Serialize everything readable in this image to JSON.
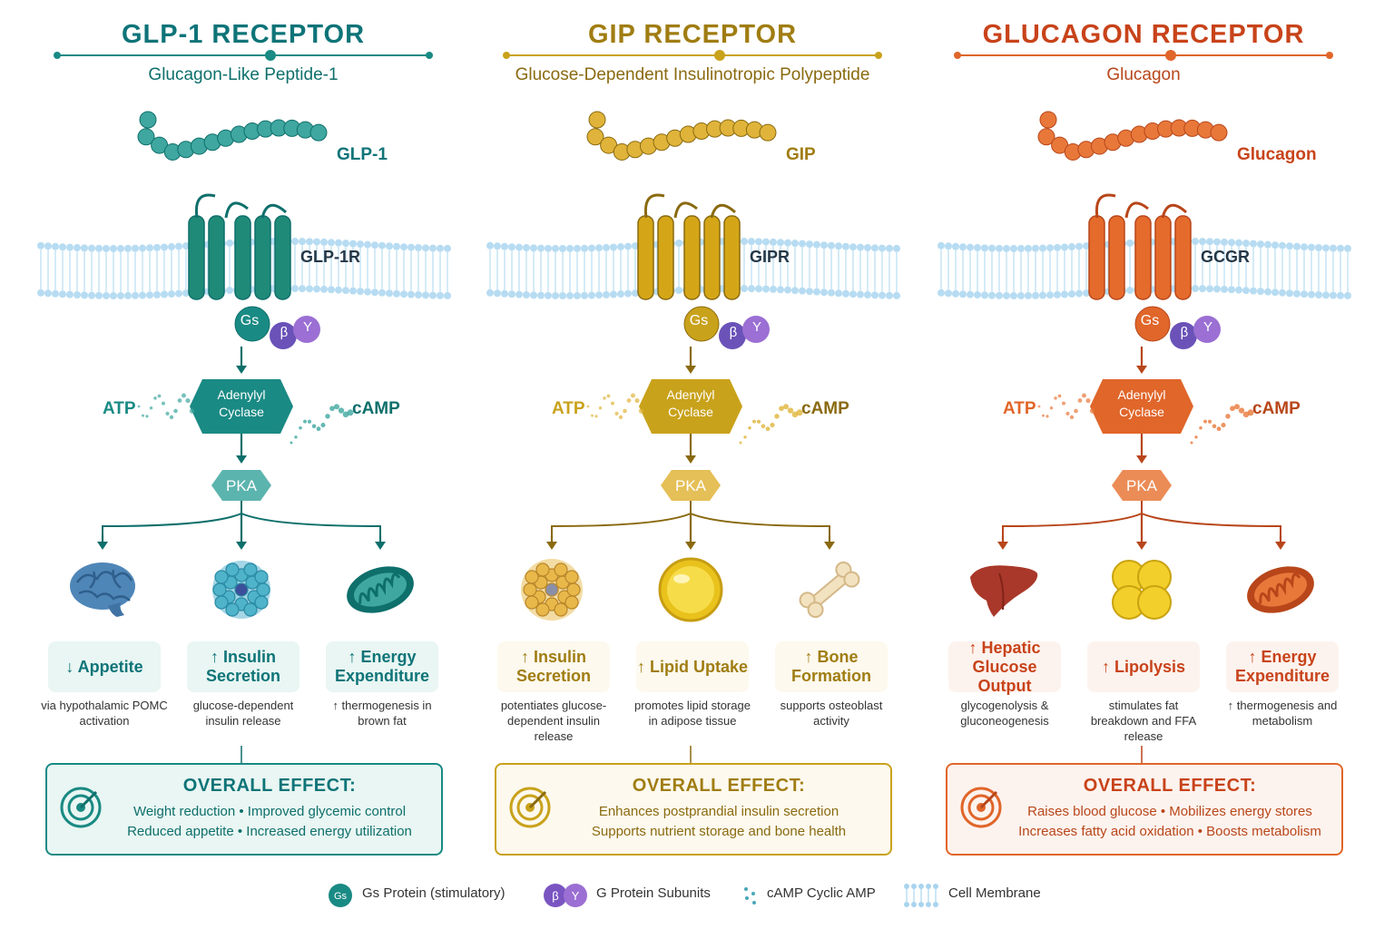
{
  "columns": [
    {
      "title": "GLP-1  RECEPTOR",
      "subtitle": "Glucagon-Like Peptide-1",
      "ligand": "GLP-1",
      "receptor": "GLP-1R",
      "gs": "Gs",
      "beta": "β",
      "gamma": "Y",
      "atp": "ATP",
      "camp": "cAMP",
      "adenylyl_line1": "Adenylyl",
      "adenylyl_line2": "Cyclase",
      "pka": "PKA",
      "effects": [
        {
          "icon": "brain-icon",
          "title": "↓ Appetite",
          "desc": "via hypothalamic POMC activation"
        },
        {
          "icon": "pancreatic-islet-icon",
          "title": "↑ Insulin Secretion",
          "desc": "glucose-dependent insulin release"
        },
        {
          "icon": "mitochondrion-icon",
          "title": "↑ Energy Expenditure",
          "desc": "↑ thermogenesis in brown fat"
        }
      ],
      "overall_title": "OVERALL  EFFECT:",
      "overall_line1": "Weight reduction • Improved glycemic control",
      "overall_line2": "Reduced appetite • Increased energy utilization",
      "colors": {
        "primary": "#1a8a84",
        "dark": "#0e6f6b",
        "title": "#0e7478",
        "light": "#e9f6f3",
        "receptor": "#1f8a78",
        "bead": "#3fa7a0"
      }
    },
    {
      "title": "GIP  RECEPTOR",
      "subtitle": "Glucose-Dependent Insulinotropic Polypeptide",
      "ligand": "GIP",
      "receptor": "GIPR",
      "gs": "Gs",
      "beta": "β",
      "gamma": "Y",
      "atp": "ATP",
      "camp": "cAMP",
      "adenylyl_line1": "Adenylyl",
      "adenylyl_line2": "Cyclase",
      "pka": "PKA",
      "effects": [
        {
          "icon": "islet-cells-icon",
          "title": "↑ Insulin Secretion",
          "desc": "potentiates glucose-dependent insulin release"
        },
        {
          "icon": "lipid-droplet-icon",
          "title": "↑ Lipid Uptake",
          "desc": "promotes lipid storage in adipose tissue"
        },
        {
          "icon": "bone-icon",
          "title": "↑ Bone Formation",
          "desc": "supports osteoblast activity"
        }
      ],
      "overall_title": "OVERALL  EFFECT:",
      "overall_line1": "Enhances postprandial insulin secretion",
      "overall_line2": "Supports nutrient storage and bone health",
      "colors": {
        "primary": "#c9a21b",
        "dark": "#8a6a10",
        "title": "#a07d12",
        "light": "#fdf9ee",
        "receptor": "#d4a617",
        "bead": "#e0b43a"
      }
    },
    {
      "title": "GLUCAGON  RECEPTOR",
      "subtitle": "Glucagon",
      "ligand": "Glucagon",
      "receptor": "GCGR",
      "gs": "Gs",
      "beta": "β",
      "gamma": "Y",
      "atp": "ATP",
      "camp": "cAMP",
      "adenylyl_line1": "Adenylyl",
      "adenylyl_line2": "Cyclase",
      "pka": "PKA",
      "effects": [
        {
          "icon": "liver-icon",
          "title": "↑ Hepatic Glucose Output",
          "desc": "glycogenolysis & gluconeogenesis"
        },
        {
          "icon": "fat-cells-icon",
          "title": "↑ Lipolysis",
          "desc": "stimulates fat breakdown and FFA release"
        },
        {
          "icon": "mitochondrion-icon",
          "title": "↑ Energy Expenditure",
          "desc": "↑ thermogenesis and metabolism"
        }
      ],
      "overall_title": "OVERALL  EFFECT:",
      "overall_line1": "Raises blood glucose • Mobilizes energy stores",
      "overall_line2": "Increases fatty acid oxidation • Boosts metabolism",
      "colors": {
        "primary": "#e0662a",
        "dark": "#b8461a",
        "title": "#c8431a",
        "light": "#fdf3ee",
        "receptor": "#e56b2c",
        "bead": "#e8783a"
      }
    }
  ],
  "legend": [
    {
      "icon": "gs-protein-icon",
      "symbol": "Gs",
      "label": "Gs Protein (stimulatory)"
    },
    {
      "icon": "g-subunits-icon",
      "symbol_b": "β",
      "symbol_g": "Y",
      "label": "G Protein Subunits"
    },
    {
      "icon": "camp-dots-icon",
      "label": "cAMP Cyclic AMP"
    },
    {
      "icon": "cell-membrane-icon",
      "label": "Cell Membrane"
    }
  ]
}
